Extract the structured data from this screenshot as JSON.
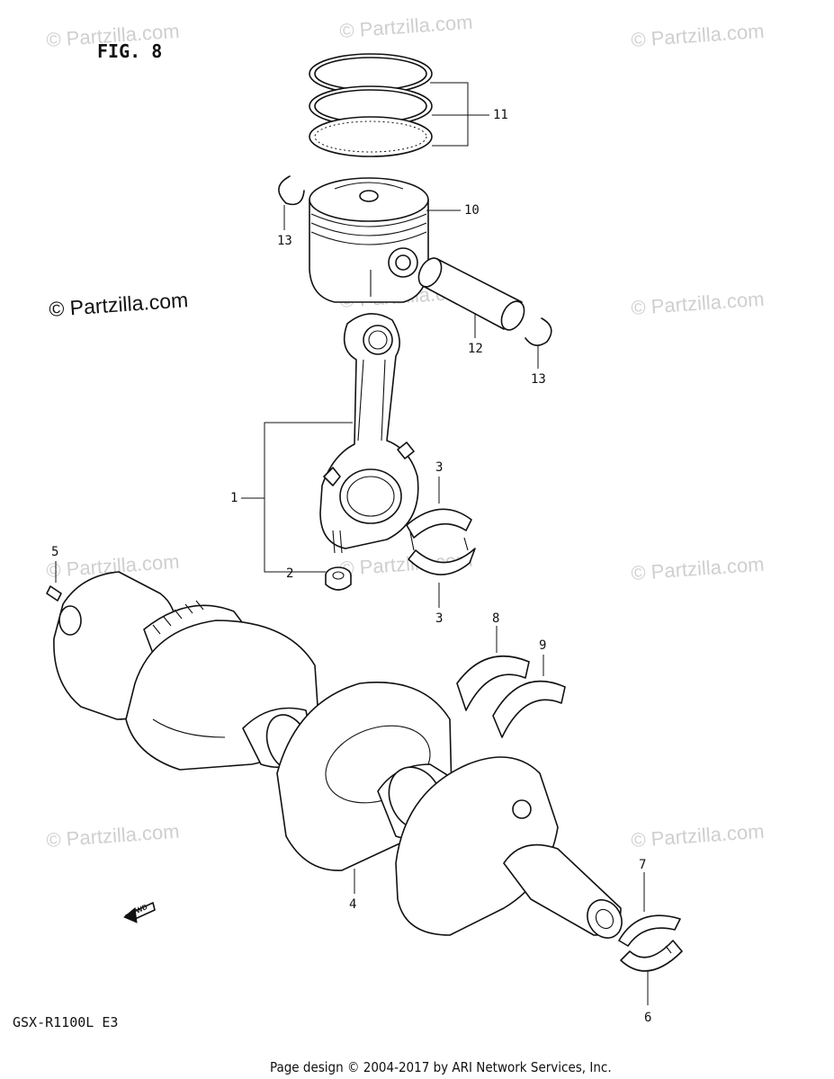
{
  "figure": {
    "title": "FIG. 8",
    "model": "GSX-R1100L  E3",
    "footer": "Page design © 2004-2017 by ARI Network Services, Inc."
  },
  "watermark": {
    "text": "© Partzilla.com",
    "emphasized_text": "© Partzilla.com"
  },
  "callouts": [
    {
      "id": "callout-1",
      "label": "1"
    },
    {
      "id": "callout-2",
      "label": "2"
    },
    {
      "id": "callout-3a",
      "label": "3"
    },
    {
      "id": "callout-3b",
      "label": "3"
    },
    {
      "id": "callout-4",
      "label": "4"
    },
    {
      "id": "callout-5",
      "label": "5"
    },
    {
      "id": "callout-6",
      "label": "6"
    },
    {
      "id": "callout-7",
      "label": "7"
    },
    {
      "id": "callout-8",
      "label": "8"
    },
    {
      "id": "callout-9",
      "label": "9"
    },
    {
      "id": "callout-10",
      "label": "10"
    },
    {
      "id": "callout-11",
      "label": "11"
    },
    {
      "id": "callout-12",
      "label": "12"
    },
    {
      "id": "callout-13a",
      "label": "13"
    },
    {
      "id": "callout-13b",
      "label": "13"
    }
  ],
  "icons": {
    "fwd_arrow": "fwd-arrow-icon",
    "fwd_text": "FWD"
  }
}
